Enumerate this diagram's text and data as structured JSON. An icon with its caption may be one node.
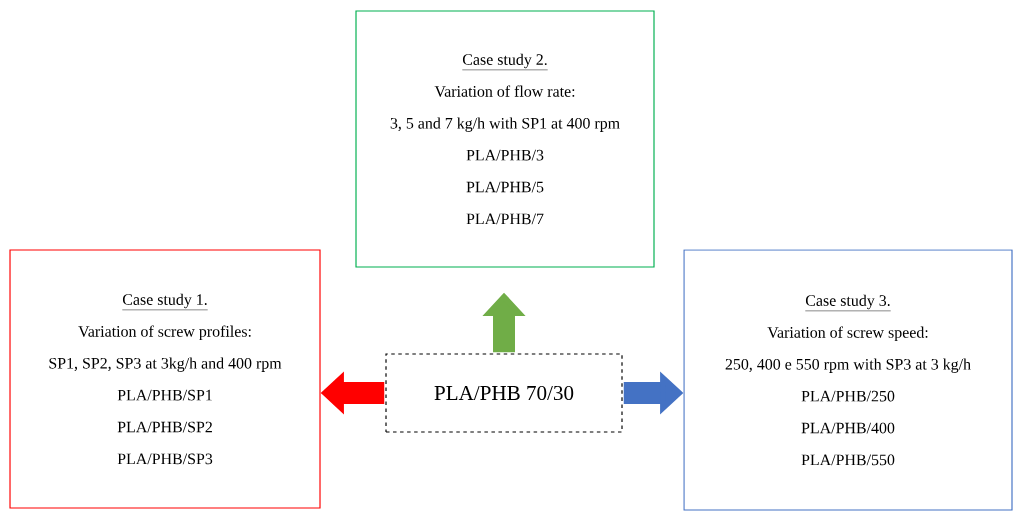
{
  "diagram": {
    "nodes": [
      {
        "text": [
          "Case study 2.",
          "Variation of flow rate:",
          "3, 5 and 7 kg/h with SP1 at 400 rpm",
          "PLA/PHB/3",
          "PLA/PHB/5",
          "PLA/PHB/7"
        ]
      },
      {
        "text": [
          "Case study 1.",
          "Variation of screw profiles:",
          "SP1, SP2, SP3 at 3kg/h and 400 rpm",
          "PLA/PHB/SP1",
          "PLA/PHB/SP2",
          "PLA/PHB/SP3"
        ]
      },
      {
        "text": [
          "PLA/PHB 70/30"
        ]
      },
      {
        "text": [
          "Case study 3.",
          "Variation of screw speed:",
          "250, 400 e 550 rpm with SP3 at 3 kg/h",
          "PLA/PHB/250",
          "PLA/PHB/400",
          "PLA/PHB/550"
        ]
      }
    ],
    "edges": [
      {
        "from": 2,
        "to": 0,
        "arrow": "to",
        "color": "#70ad47"
      },
      {
        "from": 2,
        "to": 1,
        "arrow": "to",
        "color": "#ff0000"
      },
      {
        "from": 2,
        "to": 3,
        "arrow": "to",
        "color": "#4472c4"
      }
    ]
  }
}
